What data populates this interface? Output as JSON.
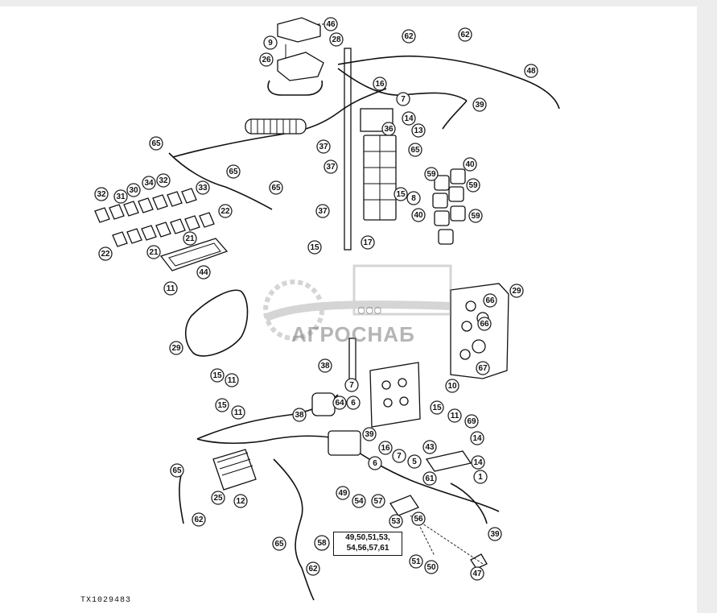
{
  "figure_code": "TX1029483",
  "parts_group": {
    "callout": "58",
    "line1": "49,50,51,53,",
    "line2": "54,56,57,61"
  },
  "watermark": {
    "line1": "ООО",
    "line2": "АГРОСНАБ"
  },
  "callouts": [
    {
      "id": "c46",
      "label": "46"
    },
    {
      "id": "c9",
      "label": "9"
    },
    {
      "id": "c28",
      "label": "28"
    },
    {
      "id": "c26",
      "label": "26"
    },
    {
      "id": "c62a",
      "label": "62"
    },
    {
      "id": "c62b",
      "label": "62"
    },
    {
      "id": "c48",
      "label": "48"
    },
    {
      "id": "c16a",
      "label": "16"
    },
    {
      "id": "c7a",
      "label": "7"
    },
    {
      "id": "c39a",
      "label": "39"
    },
    {
      "id": "c14a",
      "label": "14"
    },
    {
      "id": "c36",
      "label": "36"
    },
    {
      "id": "c13",
      "label": "13"
    },
    {
      "id": "c65a",
      "label": "65"
    },
    {
      "id": "c65b",
      "label": "65"
    },
    {
      "id": "c37a",
      "label": "37"
    },
    {
      "id": "c37b",
      "label": "37"
    },
    {
      "id": "c37c",
      "label": "37"
    },
    {
      "id": "c40a",
      "label": "40"
    },
    {
      "id": "c59a",
      "label": "59"
    },
    {
      "id": "c59b",
      "label": "59"
    },
    {
      "id": "c8",
      "label": "8"
    },
    {
      "id": "c15a",
      "label": "15"
    },
    {
      "id": "c40b",
      "label": "40"
    },
    {
      "id": "c59c",
      "label": "59"
    },
    {
      "id": "c65c",
      "label": "65"
    },
    {
      "id": "c65d",
      "label": "65"
    },
    {
      "id": "c32a",
      "label": "32"
    },
    {
      "id": "c34",
      "label": "34"
    },
    {
      "id": "c30",
      "label": "30"
    },
    {
      "id": "c31",
      "label": "31"
    },
    {
      "id": "c32b",
      "label": "32"
    },
    {
      "id": "c33",
      "label": "33"
    },
    {
      "id": "c22a",
      "label": "22"
    },
    {
      "id": "c21a",
      "label": "21"
    },
    {
      "id": "c21b",
      "label": "21"
    },
    {
      "id": "c22b",
      "label": "22"
    },
    {
      "id": "c44",
      "label": "44"
    },
    {
      "id": "c11a",
      "label": "11"
    },
    {
      "id": "c15b",
      "label": "15"
    },
    {
      "id": "c17",
      "label": "17"
    },
    {
      "id": "c29a",
      "label": "29"
    },
    {
      "id": "c66a",
      "label": "66"
    },
    {
      "id": "c66b",
      "label": "66"
    },
    {
      "id": "c67",
      "label": "67"
    },
    {
      "id": "c29b",
      "label": "29"
    },
    {
      "id": "c15c",
      "label": "15"
    },
    {
      "id": "c11b",
      "label": "11"
    },
    {
      "id": "c38a",
      "label": "38"
    },
    {
      "id": "c10",
      "label": "10"
    },
    {
      "id": "c7b",
      "label": "7"
    },
    {
      "id": "c15d",
      "label": "15"
    },
    {
      "id": "c11c",
      "label": "11"
    },
    {
      "id": "c64",
      "label": "64"
    },
    {
      "id": "c6a",
      "label": "6"
    },
    {
      "id": "c15e",
      "label": "15"
    },
    {
      "id": "c11d",
      "label": "11"
    },
    {
      "id": "c38b",
      "label": "38"
    },
    {
      "id": "c69",
      "label": "69"
    },
    {
      "id": "c39b",
      "label": "39"
    },
    {
      "id": "c14b",
      "label": "14"
    },
    {
      "id": "c16b",
      "label": "16"
    },
    {
      "id": "c7c",
      "label": "7"
    },
    {
      "id": "c43",
      "label": "43"
    },
    {
      "id": "c6b",
      "label": "6"
    },
    {
      "id": "c5",
      "label": "5"
    },
    {
      "id": "c14c",
      "label": "14"
    },
    {
      "id": "c1",
      "label": "1"
    },
    {
      "id": "c65e",
      "label": "65"
    },
    {
      "id": "c25",
      "label": "25"
    },
    {
      "id": "c12",
      "label": "12"
    },
    {
      "id": "c61",
      "label": "61"
    },
    {
      "id": "c62c",
      "label": "62"
    },
    {
      "id": "c49",
      "label": "49"
    },
    {
      "id": "c54",
      "label": "54"
    },
    {
      "id": "c57",
      "label": "57"
    },
    {
      "id": "c56",
      "label": "56"
    },
    {
      "id": "c53",
      "label": "53"
    },
    {
      "id": "c39c",
      "label": "39"
    },
    {
      "id": "c65f",
      "label": "65"
    },
    {
      "id": "c51",
      "label": "51"
    },
    {
      "id": "c50",
      "label": "50"
    },
    {
      "id": "c47",
      "label": "47"
    },
    {
      "id": "c62d",
      "label": "62"
    }
  ]
}
